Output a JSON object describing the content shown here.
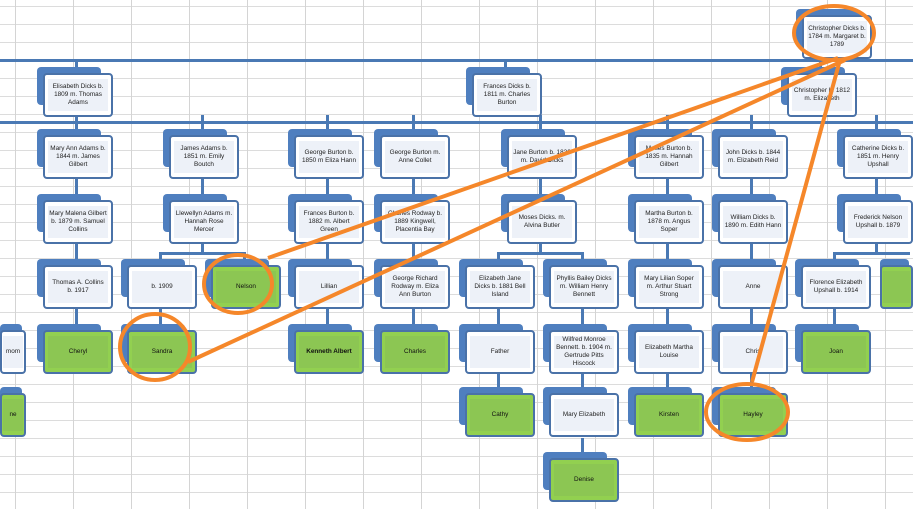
{
  "tree": {
    "nodes": [
      {
        "id": "root",
        "label": "Christopher Dicks b. 1784 m. Margaret b. 1789",
        "highlight": false
      },
      {
        "id": "elisabeth",
        "label": "Elisabeth Dicks b. 1809 m. Thomas Adams",
        "highlight": false
      },
      {
        "id": "frances",
        "label": "Frances Dicks b. 1811 m. Charles Burton",
        "highlight": false
      },
      {
        "id": "christopher2",
        "label": "Christopher b. 1812 m. Elizabeth",
        "highlight": false
      },
      {
        "id": "maryann",
        "label": "Mary Ann Adams b. 1844 m. James Gilbert",
        "highlight": false
      },
      {
        "id": "jamesadams",
        "label": "James Adams b. 1851 m. Emily Boutch",
        "highlight": false
      },
      {
        "id": "georgeb1",
        "label": "George Burton b. 1850 m Eliza Hann",
        "highlight": false
      },
      {
        "id": "georgeb2",
        "label": "George Burton m. Anne Collet",
        "highlight": false
      },
      {
        "id": "janeburton",
        "label": "Jane Burton b. 1830 m. David Dicks",
        "highlight": false
      },
      {
        "id": "mosesburton",
        "label": "Moses Burton b. 1835 m. Hannah Gilbert",
        "highlight": false
      },
      {
        "id": "johndicks",
        "label": "John Dicks b. 1844 m. Elizabeth Reid",
        "highlight": false
      },
      {
        "id": "catherine",
        "label": "Catherine Dicks b. 1851 m. Henry Upshall",
        "highlight": false
      },
      {
        "id": "marymalena",
        "label": "Mary Malena Gilbert b. 1879 m. Samuel Collins",
        "highlight": false
      },
      {
        "id": "llewellyn",
        "label": "Llewellyn Adams m. Hannah Rose Mercer",
        "highlight": false
      },
      {
        "id": "francesburton",
        "label": "Frances Burton b. 1882 m. Albert Green",
        "highlight": false
      },
      {
        "id": "charlesrodway",
        "label": "Charles Rodway b. 1889 Kingwell, Placentia Bay",
        "highlight": false
      },
      {
        "id": "mosesdicks",
        "label": "Moses Dicks. m. Alvina Butler",
        "highlight": false
      },
      {
        "id": "martha",
        "label": "Martha Burton b. 1878 m. Angus Soper",
        "highlight": false
      },
      {
        "id": "william",
        "label": "William Dicks b. 1890 m. Edith Hann",
        "highlight": false
      },
      {
        "id": "frederick",
        "label": "Frederick Nelson Upshall b. 1879",
        "highlight": false
      },
      {
        "id": "thomas",
        "label": "Thomas A. Collins b. 1917",
        "highlight": false
      },
      {
        "id": "b1909",
        "label": "b. 1909",
        "highlight": false
      },
      {
        "id": "nelson",
        "label": "Nelson",
        "highlight": true
      },
      {
        "id": "lillian",
        "label": "Lillian",
        "highlight": false
      },
      {
        "id": "georgerichard",
        "label": "George Richard Rodway m. Eliza Ann Burton",
        "highlight": false
      },
      {
        "id": "elizabethjane",
        "label": "Elizabeth Jane Dicks b. 1881 Bell Island",
        "highlight": false
      },
      {
        "id": "phyllis",
        "label": "Phyllis Bailey Dicks m. William Henry Bennett",
        "highlight": false
      },
      {
        "id": "marylillian",
        "label": "Mary Lilian Soper m. Arthur Stuart Strong",
        "highlight": false
      },
      {
        "id": "anne",
        "label": "Anne",
        "highlight": false
      },
      {
        "id": "florence",
        "label": "Florence Elizabeth Upshall b. 1914",
        "highlight": false
      },
      {
        "id": "partialgreen",
        "label": "",
        "highlight": true
      },
      {
        "id": "mom",
        "label": "mom",
        "highlight": false
      },
      {
        "id": "cheryl",
        "label": "Cheryl",
        "highlight": true
      },
      {
        "id": "sandra",
        "label": "Sandra",
        "highlight": true
      },
      {
        "id": "kenneth",
        "label": "Kenneth Albert",
        "highlight": true,
        "bold": true
      },
      {
        "id": "charles",
        "label": "Charles",
        "highlight": true
      },
      {
        "id": "father",
        "label": "Father",
        "highlight": false
      },
      {
        "id": "wilfred",
        "label": "Wilfred Monroe Bennett. b. 1904 m. Gertrude Pitts Hiscock",
        "highlight": false
      },
      {
        "id": "elizabethmartha",
        "label": "Elizabeth Martha Louise",
        "highlight": false
      },
      {
        "id": "chris",
        "label": "Chris",
        "highlight": false
      },
      {
        "id": "joan",
        "label": "Joan",
        "highlight": true
      },
      {
        "id": "partialne",
        "label": "ne",
        "highlight": true
      },
      {
        "id": "cathy",
        "label": "Cathy",
        "highlight": true
      },
      {
        "id": "maryelizabeth",
        "label": "Mary Elizabeth",
        "highlight": false
      },
      {
        "id": "kirsten",
        "label": "Kirsten",
        "highlight": true
      },
      {
        "id": "hayley",
        "label": "Hayley",
        "highlight": true
      },
      {
        "id": "denise",
        "label": "Denise",
        "highlight": true
      }
    ]
  },
  "colors": {
    "box_border": "#4a72a8",
    "box_shadow": "#4f7fbf",
    "highlight": "#92d050",
    "annotation": "#f5872a"
  }
}
